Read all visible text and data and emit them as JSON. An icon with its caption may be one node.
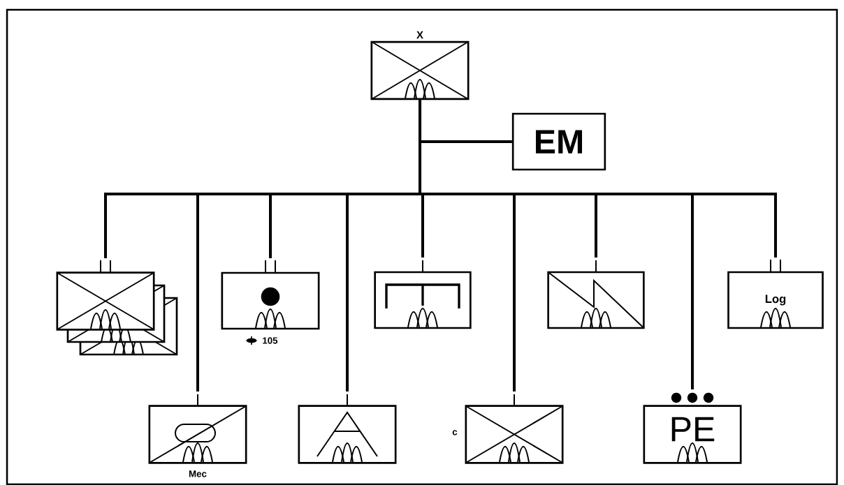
{
  "diagram": {
    "nodes": [
      {
        "text": [
          "X"
        ]
      },
      {
        "text": [
          "EM"
        ]
      },
      {
        "text": [],
        "shape": "box"
      },
      {
        "text": [],
        "shape": "box",
        "beside": [
          "105"
        ]
      },
      {
        "text": [],
        "shape": "box"
      },
      {
        "text": [],
        "shape": "box"
      },
      {
        "text": [
          "Log"
        ]
      },
      {
        "text": [],
        "shape": "box",
        "beside": [
          "Mec"
        ]
      },
      {
        "text": [],
        "shape": "box"
      },
      {
        "text": [],
        "shape": "box",
        "beside": [
          "c"
        ]
      },
      {
        "text": [
          "PE"
        ]
      }
    ],
    "edges": [
      {
        "from": 0,
        "to": 1,
        "arrow": "none"
      },
      {
        "from": 0,
        "to": 2,
        "arrow": "none"
      },
      {
        "from": 0,
        "to": 7,
        "arrow": "none"
      },
      {
        "from": 0,
        "to": 3,
        "arrow": "none"
      },
      {
        "from": 0,
        "to": 8,
        "arrow": "none"
      },
      {
        "from": 0,
        "to": 4,
        "arrow": "none"
      },
      {
        "from": 0,
        "to": 9,
        "arrow": "none"
      },
      {
        "from": 0,
        "to": 5,
        "arrow": "none"
      },
      {
        "from": 0,
        "to": 10,
        "arrow": "none"
      },
      {
        "from": 0,
        "to": 6,
        "arrow": "none"
      }
    ]
  }
}
